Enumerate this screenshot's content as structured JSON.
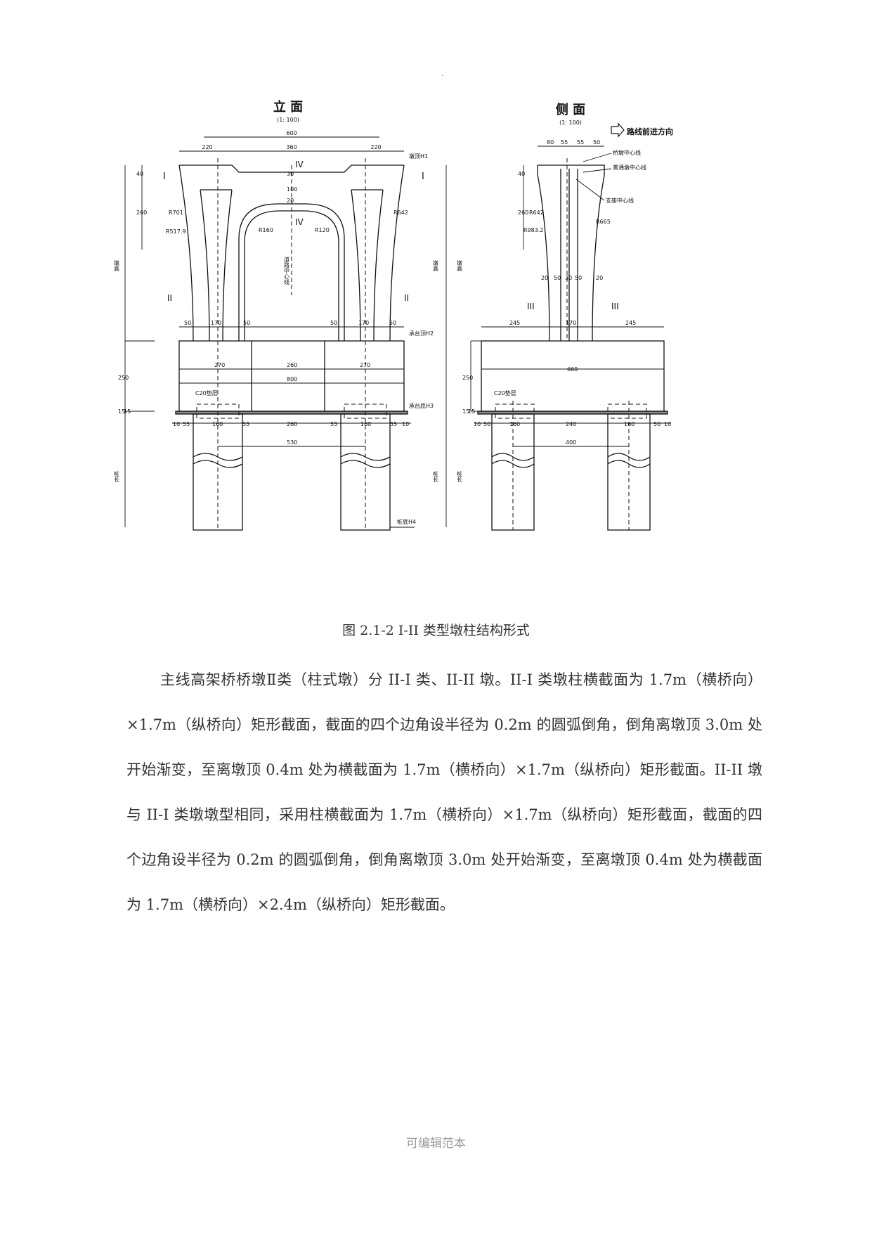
{
  "page_dot": ".",
  "figure": {
    "front": {
      "title": "立 面",
      "scale": "(1: 100)",
      "dims_top": [
        "600",
        "220",
        "360",
        "220"
      ],
      "dims_mid": [
        "50",
        "170",
        "50",
        "50",
        "170",
        "50"
      ],
      "dims_cap": [
        "270",
        "260",
        "270",
        "800"
      ],
      "dims_bottom": [
        "10",
        "55",
        "160",
        "55",
        "260",
        "55",
        "160",
        "55",
        "10",
        "530"
      ],
      "left_dims": [
        "40",
        "260",
        "250",
        "15",
        "15"
      ],
      "radii": [
        "R701",
        "R517.9",
        "R642",
        "R160",
        "R120"
      ],
      "labels": {
        "sec1": "I",
        "sec2": "II",
        "sec4": "IV",
        "pier_top": "墩顶H1",
        "cap_top": "承台顶H2",
        "cap_bottom": "承台底H3",
        "pile_bottom": "桩底H4",
        "cushion": "C20垫层",
        "road_center": "道路中心线",
        "pier_height": "墩高",
        "pile_len": "桩长",
        "d30": "30",
        "d100": "100",
        "d20": "20"
      }
    },
    "side": {
      "title": "侧 面",
      "scale": "(1: 100)",
      "direction": "路线前进方向",
      "dims_top": [
        "80",
        "55",
        "55",
        "50"
      ],
      "labels_top": [
        "桥墩中心线",
        "普通墩中心线",
        "支座中心线"
      ],
      "left_dims": [
        "40",
        "260",
        "250",
        "15",
        "15"
      ],
      "radii": [
        "R642",
        "R983.2",
        "R665"
      ],
      "dims_mid": [
        "20",
        "50",
        "30",
        "50",
        "20"
      ],
      "sec3": "III",
      "dims_cap": [
        "245",
        "170",
        "245",
        "660"
      ],
      "dims_bottom": [
        "10",
        "50",
        "160",
        "240",
        "160",
        "50",
        "10",
        "400"
      ],
      "cushion": "C20垫层",
      "pier_height": "墩高",
      "pile_len": "桩长"
    }
  },
  "caption": "图 2.1-2 I-II 类型墩柱结构形式",
  "paragraph": "主线高架桥桥墩Ⅱ类（柱式墩）分 II-I 类、II-II 墩。II-I 类墩柱横截面为 1.7m（横桥向）×1.7m（纵桥向）矩形截面，截面的四个边角设半径为 0.2m 的圆弧倒角，倒角离墩顶 3.0m 处开始渐变，至离墩顶 0.4m 处为横截面为 1.7m（横桥向）×1.7m（纵桥向）矩形截面。II-II 墩与 II-I 类墩墩型相同，采用柱横截面为 1.7m（横桥向）×1.7m（纵桥向）矩形截面，截面的四个边角设半径为 0.2m 的圆弧倒角，倒角离墩顶 3.0m 处开始渐变，至离墩顶 0.4m 处为横截面为 1.7m（横桥向）×2.4m（纵桥向）矩形截面。",
  "footer": "可编辑范本"
}
